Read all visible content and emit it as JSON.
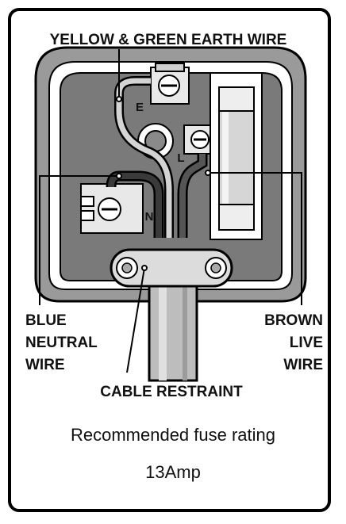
{
  "labels": {
    "earth_wire": "YELLOW & GREEN EARTH WIRE",
    "terminal_e": "E",
    "terminal_l": "L",
    "terminal_n": "N",
    "neutral_line1": "BLUE",
    "neutral_line2": "NEUTRAL",
    "neutral_line3": "WIRE",
    "live_line1": "BROWN",
    "live_line2": "LIVE",
    "live_line3": "WIRE",
    "cable_restraint": "CABLE RESTRAINT"
  },
  "fuse": {
    "caption": "Recommended fuse rating",
    "value": "13Amp"
  }
}
